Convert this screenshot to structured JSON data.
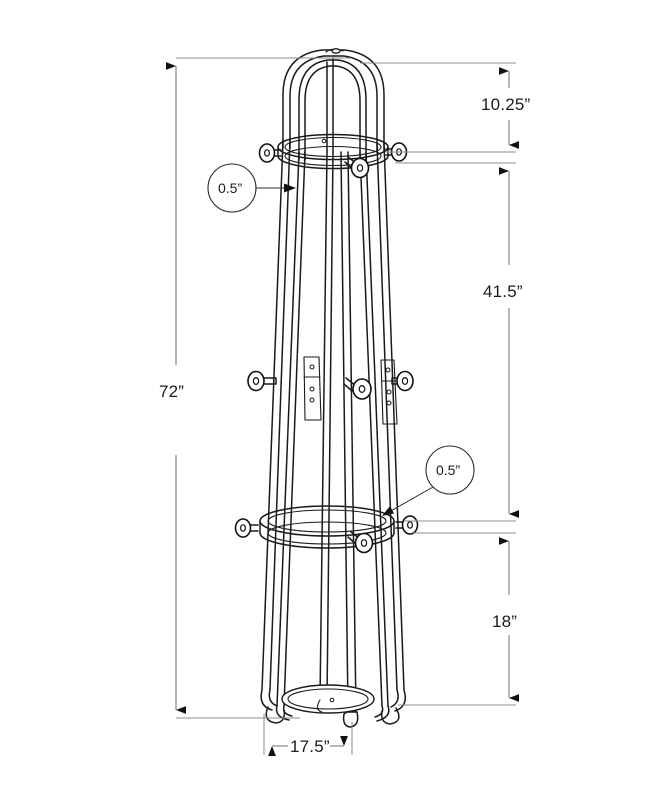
{
  "drawing": {
    "title": "Coat Rack Dimension Drawing",
    "background_color": "#ffffff",
    "line_color": "#1a1a1a",
    "dimension_line_color": "#6e6e6e",
    "unit_symbol": "”"
  },
  "dimensions": {
    "overall_height": {
      "label": "72”",
      "name": "overall-height",
      "position": "left",
      "orientation": "vertical"
    },
    "top_section": {
      "label": "10.25”",
      "name": "top-section-height",
      "position": "right",
      "orientation": "vertical"
    },
    "middle_section": {
      "label": "41.5”",
      "name": "middle-section-height",
      "position": "right",
      "orientation": "vertical"
    },
    "bottom_section": {
      "label": "18”",
      "name": "bottom-section-height",
      "position": "right",
      "orientation": "vertical"
    },
    "base_width": {
      "label": "17.5”",
      "name": "base-width",
      "position": "bottom",
      "orientation": "horizontal"
    }
  },
  "callouts": [
    {
      "label": "0.5”",
      "name": "upper-post-thickness-callout",
      "target": "upper post tube"
    },
    {
      "label": "0.5”",
      "name": "lower-shelf-thickness-callout",
      "target": "lower shelf ring"
    }
  ]
}
